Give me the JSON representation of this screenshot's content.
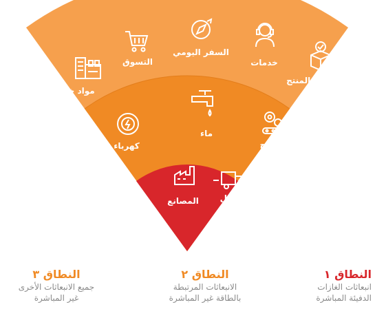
{
  "rings": {
    "outer_color": "#f6a04d",
    "middle_color": "#f08a24",
    "inner_color": "#d8262b"
  },
  "outer_items": [
    {
      "label": "مواد خام",
      "icon": "factory-warehouse-icon"
    },
    {
      "label": "التسوق",
      "icon": "shopping-cart-icon"
    },
    {
      "label": "السفر اليومي",
      "icon": "compass-travel-icon"
    },
    {
      "label": "خدمات",
      "icon": "customer-service-headset-icon"
    },
    {
      "label": "استخدامات المنتج",
      "icon": "product-box-icon"
    }
  ],
  "middle_items": [
    {
      "label": "كهرباء",
      "icon": "electricity-bolt-icon"
    },
    {
      "label": "ماء",
      "icon": "water-tap-icon"
    },
    {
      "label": "إنتاج",
      "icon": "production-gears-icon"
    }
  ],
  "inner_items": [
    {
      "label": "المصانع",
      "icon": "factory-icon"
    },
    {
      "label": "النقل",
      "icon": "delivery-truck-icon"
    }
  ],
  "scopes": [
    {
      "title": "النطاق ١",
      "line1": "انبعاثات الغازات",
      "line2": "الدفيئة المباشرة"
    },
    {
      "title": "النطاق ٢",
      "line1": "الانبعاثات المرتبطة",
      "line2": "بالطاقة غير المباشرة"
    },
    {
      "title": "النطاق ٣",
      "line1": "جميع الانبعاثات الأخرى",
      "line2": "غير المباشرة"
    }
  ]
}
